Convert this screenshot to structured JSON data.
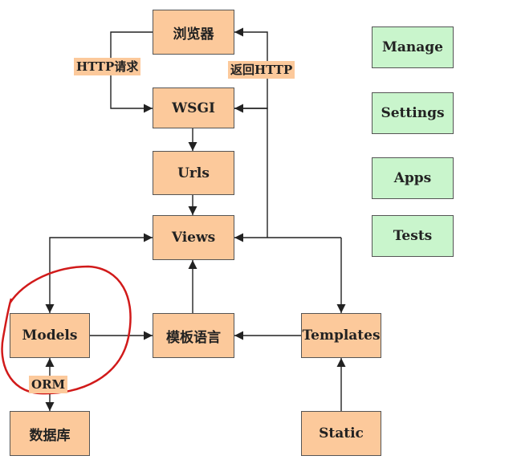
{
  "boxes": {
    "browser": "浏览器",
    "wsgi": "WSGI",
    "urls": "Urls",
    "views": "Views",
    "models": "Models",
    "template_lang": "模板语言",
    "templates": "Templates",
    "database": "数据库",
    "static": "Static",
    "manage": "Manage",
    "settings": "Settings",
    "apps": "Apps",
    "tests": "Tests"
  },
  "labels": {
    "http_request": "HTTP请求",
    "return_http": "返回HTTP",
    "orm": "ORM"
  },
  "colors": {
    "component_fill": "#fcc99b",
    "project_file_fill": "#c9f5cc",
    "highlight_circle": "#d11a1a",
    "line": "#222222"
  }
}
